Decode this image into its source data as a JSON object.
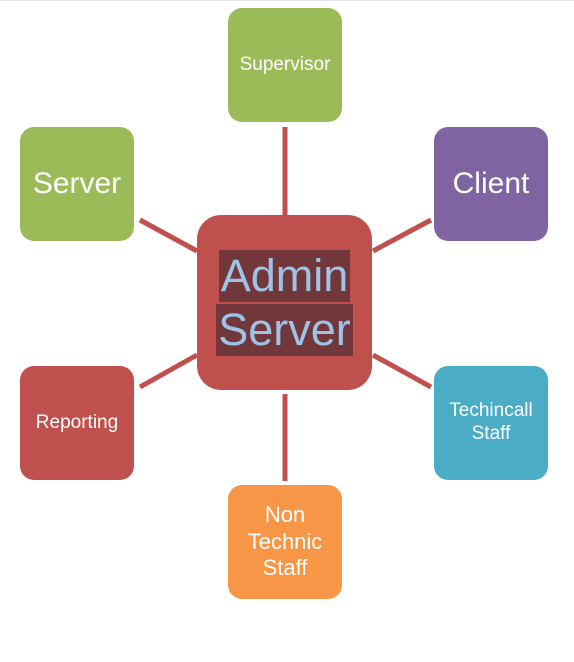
{
  "colors": {
    "connector": "#c0504d",
    "hub_fill": "#c0504d",
    "hub_text_highlight": "#72373a",
    "hub_text": "#9dc3e6",
    "green": "#9bbb59",
    "purple": "#8064a2",
    "red": "#c0504d",
    "teal": "#4bacc6",
    "orange": "#f79646"
  },
  "hub": {
    "line1": "Admin",
    "line2": "Server"
  },
  "nodes": {
    "supervisor": {
      "label": "Supervisor"
    },
    "server": {
      "label": "Server"
    },
    "client": {
      "label": "Client"
    },
    "reporting": {
      "label": "Reporting"
    },
    "technical_staff": {
      "line1": "Techincall",
      "line2": "Staff"
    },
    "non_technic_staff": {
      "line1": "Non",
      "line2": "Technic",
      "line3": "Staff"
    }
  }
}
